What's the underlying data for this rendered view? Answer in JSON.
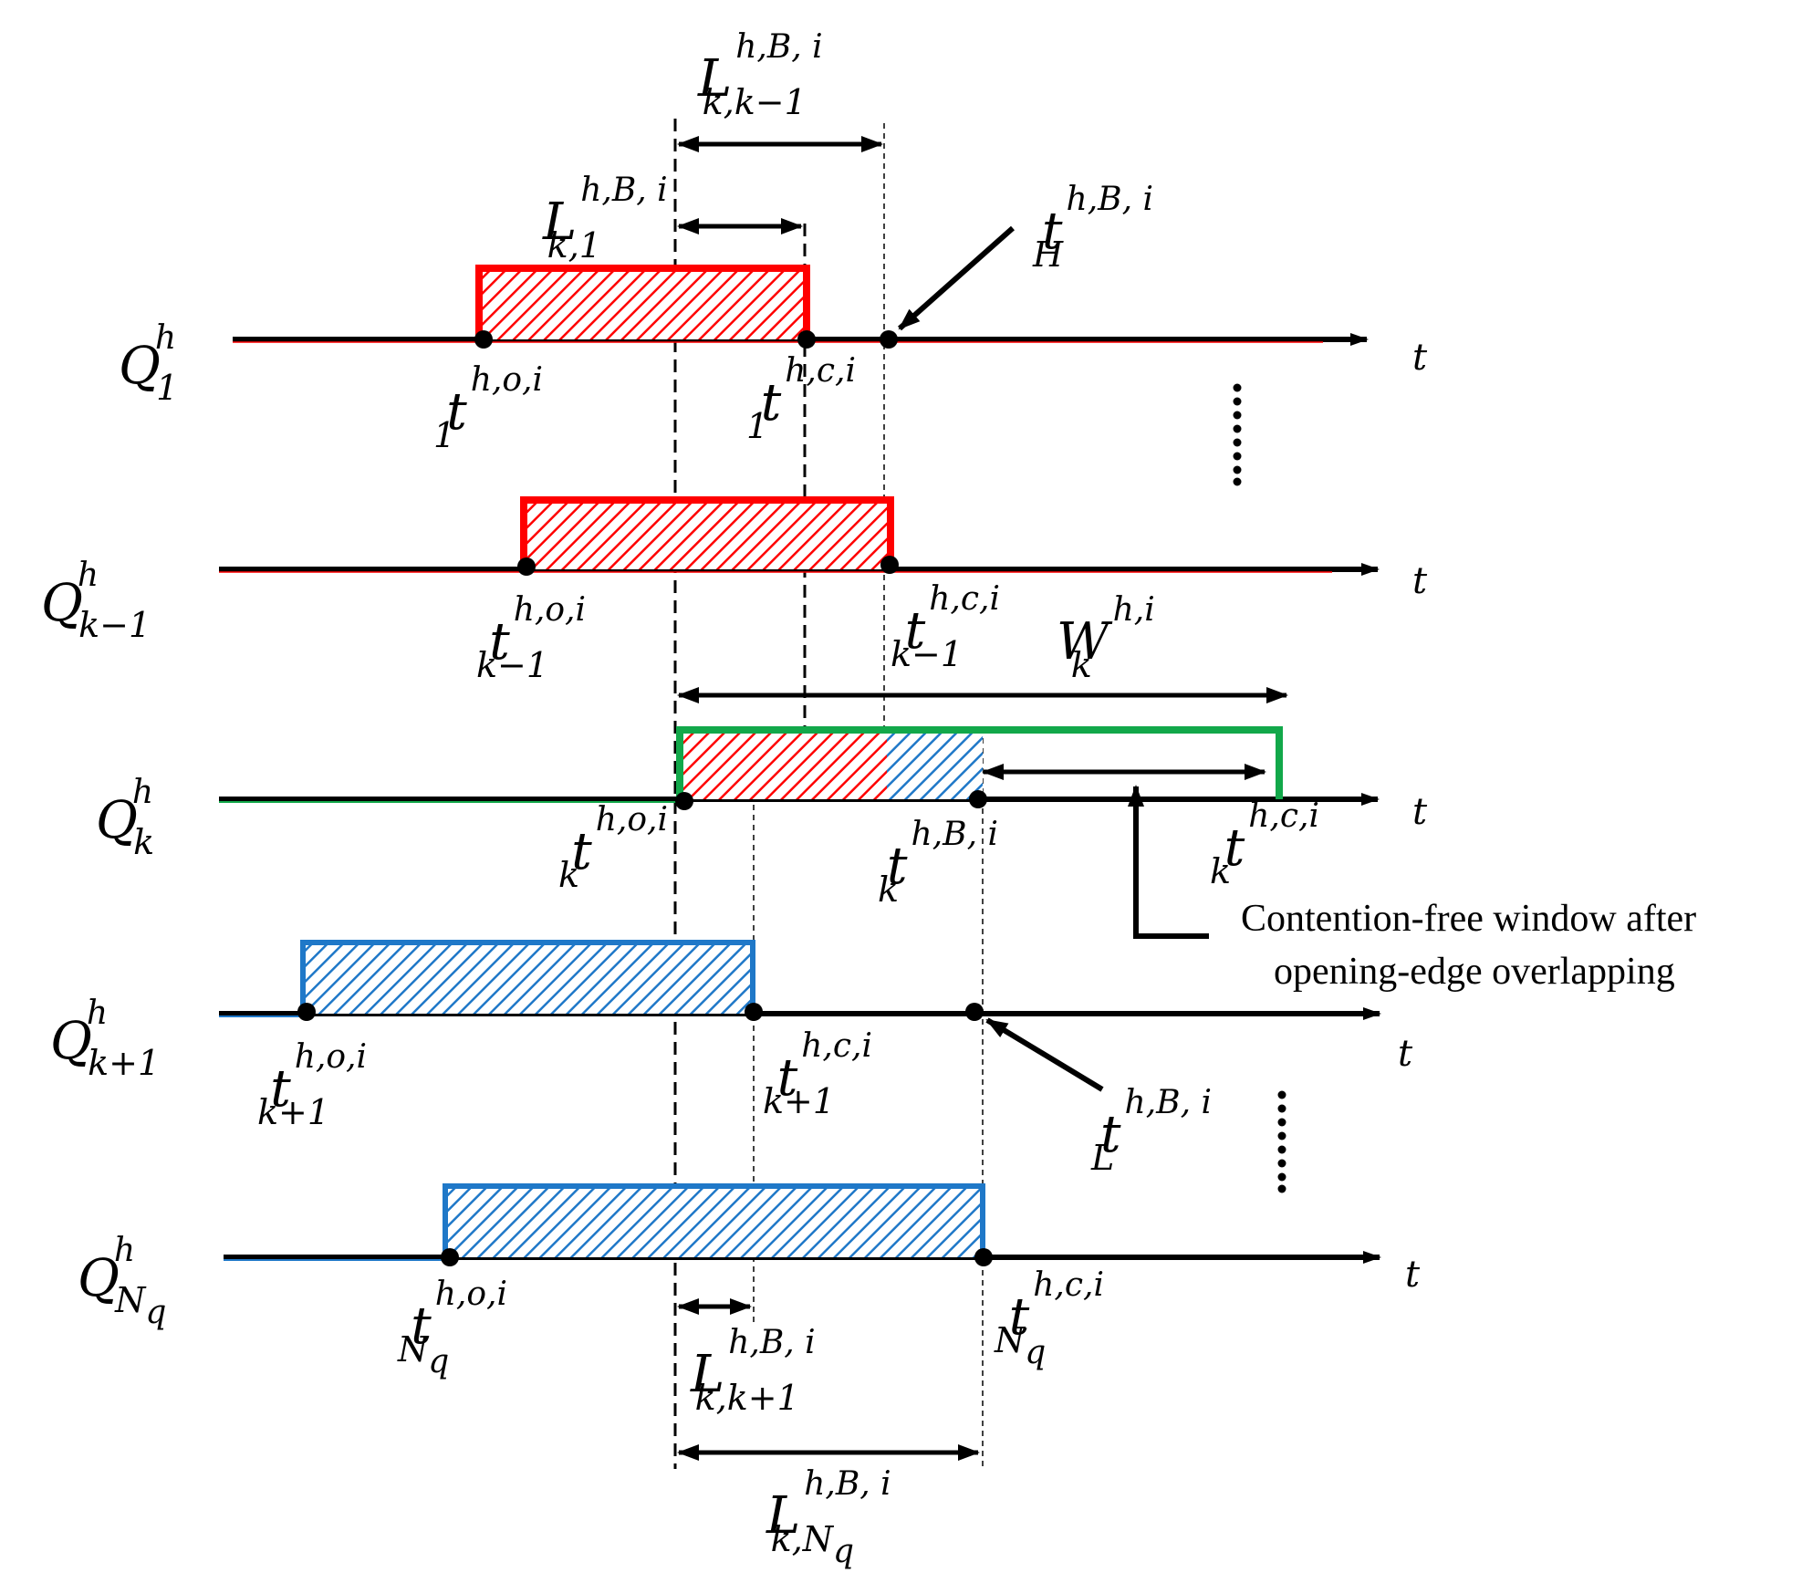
{
  "colors": {
    "red": "#ff0000",
    "blue": "#1f78c8",
    "green": "#12a84a",
    "black": "#000000"
  },
  "rows": [
    {
      "id": "q1",
      "label": "Q",
      "label_sup": "h",
      "label_sub": "1"
    },
    {
      "id": "qk-1",
      "label": "Q",
      "label_sup": "h",
      "label_sub": "k−1"
    },
    {
      "id": "qk",
      "label": "Q",
      "label_sup": "h",
      "label_sub": "k"
    },
    {
      "id": "qk+1",
      "label": "Q",
      "label_sup": "h",
      "label_sub": "k+1"
    },
    {
      "id": "qnq",
      "label": "Q",
      "label_sup": "h",
      "label_sub": "N",
      "label_subsub": "q"
    }
  ],
  "axis_label": "t",
  "time_labels": {
    "t1_o": {
      "base": "t",
      "sup": "h,o,i",
      "sub": "1"
    },
    "t1_c": {
      "base": "t",
      "sup": "h,c,i",
      "sub": "1"
    },
    "tk1_o": {
      "base": "t",
      "sup": "h,o,i",
      "sub": "k−1"
    },
    "tk1_c": {
      "base": "t",
      "sup": "h,c,i",
      "sub": "k−1"
    },
    "tk_o": {
      "base": "t",
      "sup": "h,o,i",
      "sub": "k"
    },
    "tk_B": {
      "base": "t",
      "sup": "h,B, i",
      "sub": "k"
    },
    "tk_c": {
      "base": "t",
      "sup": "h,c,i",
      "sub": "k"
    },
    "tkp1_o": {
      "base": "t",
      "sup": "h,o,i",
      "sub": "k+1"
    },
    "tkp1_c": {
      "base": "t",
      "sup": "h,c,i",
      "sub": "k+1"
    },
    "tnq_o": {
      "base": "t",
      "sup": "h,o,i",
      "sub": "N",
      "subsub": "q"
    },
    "tnq_c": {
      "base": "t",
      "sup": "h,c,i",
      "sub": "N",
      "subsub": "q"
    },
    "tH": {
      "base": "t",
      "sup": "h,B, i",
      "sub": "H"
    },
    "tL": {
      "base": "t",
      "sup": "h,B, i",
      "sub": "L"
    }
  },
  "interval_labels": {
    "L_kk1": {
      "base": "L",
      "sup": "h,B, i",
      "sub": "k,k−1"
    },
    "L_k1": {
      "base": "L",
      "sup": "h,B, i",
      "sub": "k,1"
    },
    "W_k": {
      "base": "W",
      "sup": "h,i",
      "sub": "k"
    },
    "L_kkp1": {
      "base": "L",
      "sup": "h,B, i",
      "sub": "k,k+1"
    },
    "L_kNq": {
      "base": "L",
      "sup": "h,B, i",
      "sub": "k,N",
      "subsub": "q"
    }
  },
  "annotation": {
    "line1": "Contention-free window after",
    "line2": "opening-edge overlapping"
  },
  "ellipsis": "⋮"
}
